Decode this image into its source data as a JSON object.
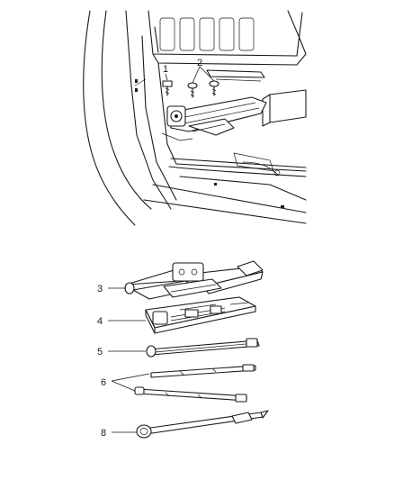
{
  "callouts": [
    "1",
    "2",
    "3",
    "4",
    "5",
    "6",
    "8"
  ],
  "colors": {
    "line": "#1a1a1a",
    "background": "#ffffff"
  }
}
